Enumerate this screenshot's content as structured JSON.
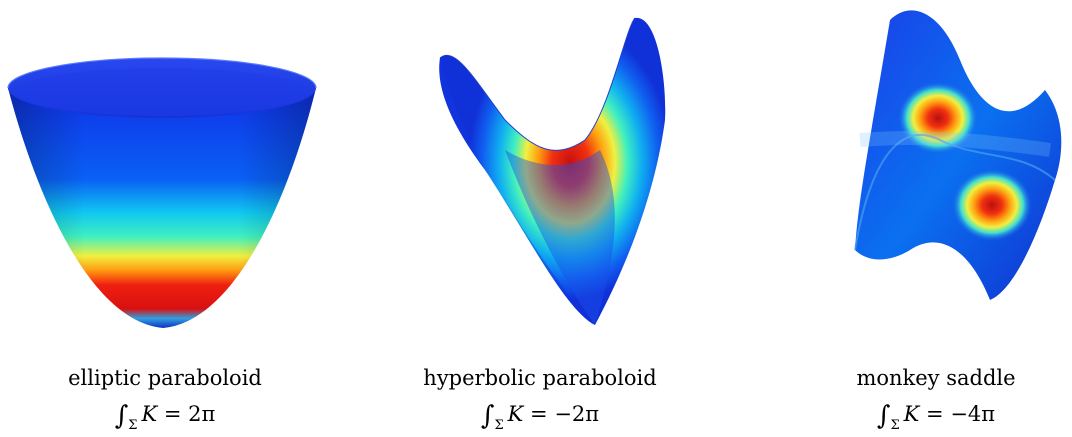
{
  "surfaces": [
    {
      "name": "elliptic paraboloid",
      "integral_symbol": "∫",
      "subscript": "Σ",
      "lhs": "K",
      "equals": "=",
      "value": "2π"
    },
    {
      "name": "hyperbolic paraboloid",
      "integral_symbol": "∫",
      "subscript": "Σ",
      "lhs": "K",
      "equals": "=",
      "value": "−2π"
    },
    {
      "name": "monkey saddle",
      "integral_symbol": "∫",
      "subscript": "Σ",
      "lhs": "K",
      "equals": "=",
      "value": "−4π"
    }
  ],
  "colormap": [
    "#00007f",
    "#0000ff",
    "#007fff",
    "#00ffff",
    "#7fff7f",
    "#ffff00",
    "#ff7f00",
    "#ff0000",
    "#7f0000"
  ]
}
